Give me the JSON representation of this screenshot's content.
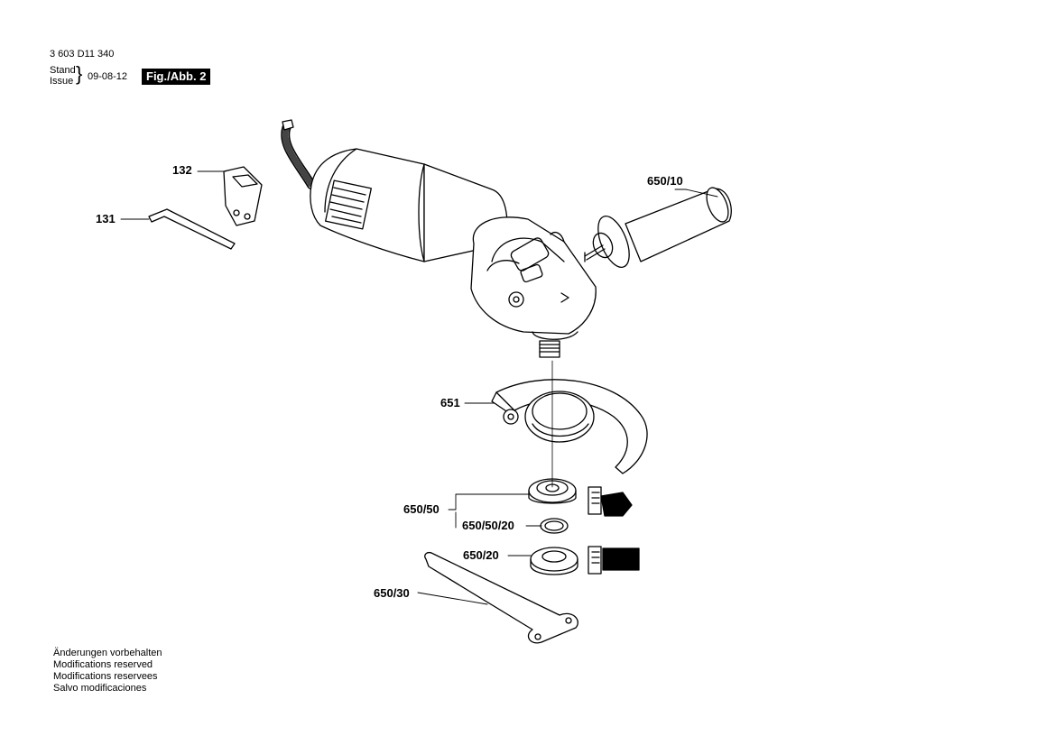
{
  "header": {
    "doc_number": "3 603 D11 340",
    "stand": "Stand",
    "issue": "Issue",
    "date": "09-08-12",
    "figure": "Fig./Abb. 2"
  },
  "parts": {
    "p132": "132",
    "p131": "131",
    "p650_10": "650/10",
    "p651": "651",
    "p650_50": "650/50",
    "p650_50_20": "650/50/20",
    "p650_20": "650/20",
    "p650_30": "650/30"
  },
  "notes": [
    "Änderungen vorbehalten",
    "Modifications reserved",
    "Modifications reservees",
    "Salvo modificaciones"
  ]
}
